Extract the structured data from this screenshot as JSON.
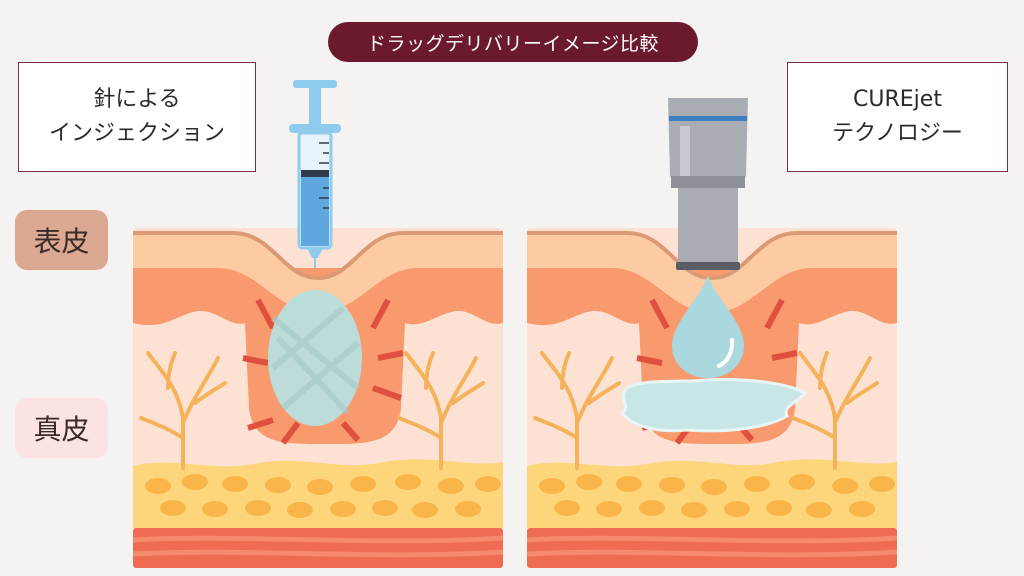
{
  "title": "ドラッグデリバリーイメージ比較",
  "left_box": {
    "line1": "針による",
    "line2": "インジェクション"
  },
  "right_box": {
    "line1": "CUREjet",
    "line2": "テクノロジー"
  },
  "layer_labels": {
    "epidermis": "表皮",
    "dermis": "真皮"
  },
  "colors": {
    "title_bg": "#6b1a2e",
    "epidermis": "#fccba2",
    "papillary": "#f99a6e",
    "dermis": "#fde2d4",
    "fat": "#fdd57a",
    "fat_cell": "#f9b54a",
    "muscle": "#ef6b52",
    "drug": "#b8dede"
  }
}
